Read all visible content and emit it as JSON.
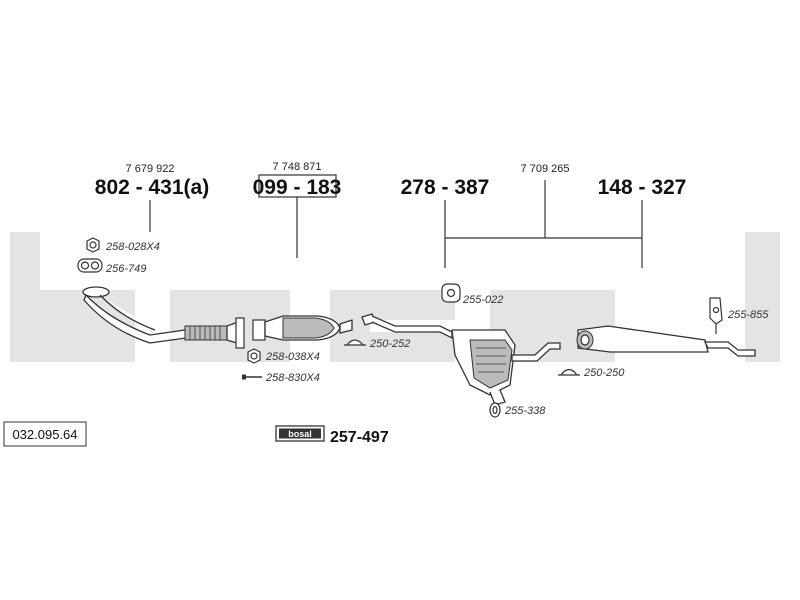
{
  "watermark": {
    "color": "#e4e4e4"
  },
  "catalog_code": "032.095.64",
  "groups": [
    {
      "ref": "7 679 922",
      "main": "802 - 431(a)",
      "boxed": false
    },
    {
      "ref": "7 748 871",
      "main": "099 - 183",
      "boxed": true
    },
    {
      "ref": "",
      "main": "278 - 387",
      "boxed": false
    },
    {
      "ref": "7 709 265",
      "main": "",
      "boxed": false
    },
    {
      "ref": "",
      "main": "148 - 327",
      "boxed": false
    }
  ],
  "parts": {
    "p1": "258-028X4",
    "p2": "256-749",
    "p3": "258-038X4",
    "p4": "258-830X4",
    "p5": "255-022",
    "p6": "250-252",
    "p7": "255-338",
    "p8": "250-250",
    "p9": "255-855"
  },
  "kit": {
    "logo": "bosal",
    "number": "257-497"
  }
}
